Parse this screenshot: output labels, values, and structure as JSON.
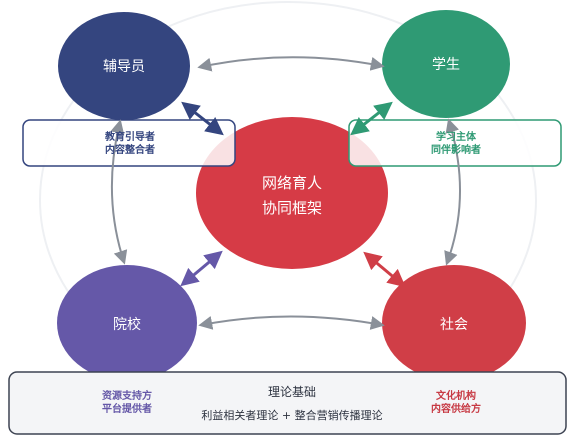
{
  "nodes": {
    "counselor": {
      "label": "辅导员",
      "color": "#34457f"
    },
    "student": {
      "label": "学生",
      "color": "#2f9a74"
    },
    "school": {
      "label": "院校",
      "color": "#6558a8"
    },
    "society": {
      "label": "社会",
      "color": "#d03e47"
    },
    "center": {
      "line1": "网络育人",
      "line2": "协同框架",
      "color": "#d63b46"
    }
  },
  "role_boxes": {
    "counselor": {
      "line1": "教育引导者",
      "line2": "内容整合者",
      "color": "#34457f"
    },
    "student": {
      "line1": "学习主体",
      "line2": "同伴影响者",
      "color": "#2f9a74"
    }
  },
  "bottom_panel": {
    "title": "理论基础",
    "subtitle": "利益相关者理论 + 整合营销传播理论",
    "left_line1": "资源支持方",
    "left_line2": "平台提供者",
    "left_color": "#6558a8",
    "right_line1": "文化机构",
    "right_line2": "内容供给方",
    "right_color": "#c73a44"
  },
  "colors": {
    "gray_arrow": "#8a9099",
    "panel_bg": "#f4f5f7",
    "panel_border": "#3d4352"
  }
}
